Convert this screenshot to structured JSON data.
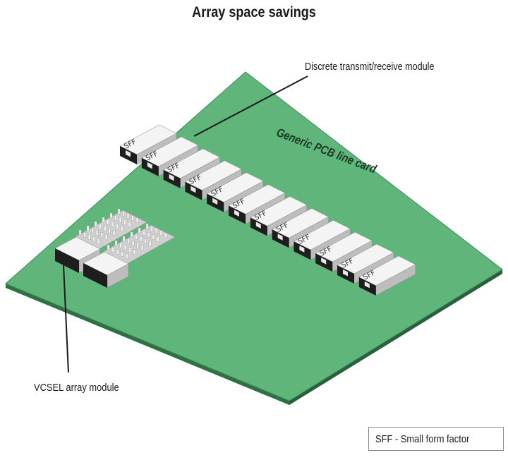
{
  "title": "Array space savings",
  "labels": {
    "discrete_module": "Discrete transmit/receive module",
    "pcb": "Generic PCB line card",
    "vcsel": "VCSEL array module",
    "legend": "SFF - Small form factor"
  },
  "module_label": "SFF",
  "module_count": 12,
  "colors": {
    "board": "#5fb57a",
    "board_edge": "#2f6f44",
    "module_top": "#f4f4f4",
    "module_side": "#bdbdbd",
    "module_face": "#1e1e1e"
  }
}
